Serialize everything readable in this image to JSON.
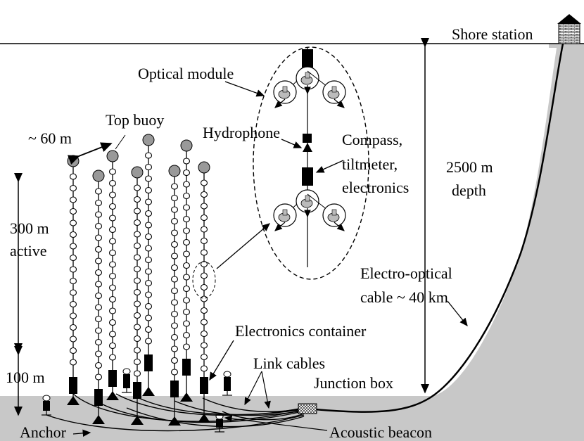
{
  "labels": {
    "shore_station": "Shore station",
    "optical_module": "Optical module",
    "top_buoy": "Top buoy",
    "spacing": "~ 60 m",
    "hydrophone": "Hydrophone",
    "compass_1": "Compass,",
    "compass_2": "tiltmeter,",
    "compass_3": "electronics",
    "depth_1": "2500 m",
    "depth_2": "depth",
    "active_1": "300 m",
    "active_2": "active",
    "cable_1": "Electro-optical",
    "cable_2": "cable ~ 40 km",
    "electronics_container": "Electronics container",
    "link_cables": "Link cables",
    "hundred_m": "100 m",
    "junction_box": "Junction box",
    "anchor": "Anchor",
    "acoustic_beacon": "Acoustic beacon"
  },
  "colors": {
    "seabed": "#c8c8c8",
    "buoy": "#999999",
    "line": "#000000"
  }
}
